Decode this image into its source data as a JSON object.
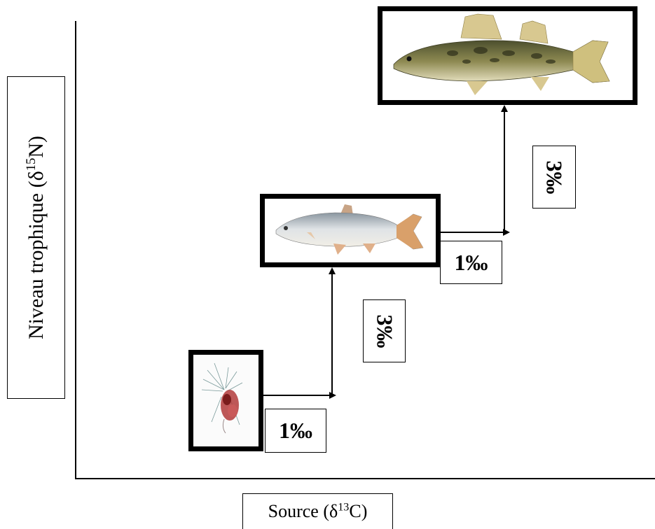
{
  "y_axis": {
    "label": "Niveau trophique (δ",
    "sup": "15",
    "suffix": "N)"
  },
  "x_axis": {
    "label": "Source (δ",
    "sup": "13",
    "suffix": "C)"
  },
  "steps": {
    "h1": "1‰",
    "v1": "3‰",
    "h2": "1‰",
    "v2": "3‰"
  },
  "colors": {
    "line": "#000000",
    "frame": "#000000"
  }
}
